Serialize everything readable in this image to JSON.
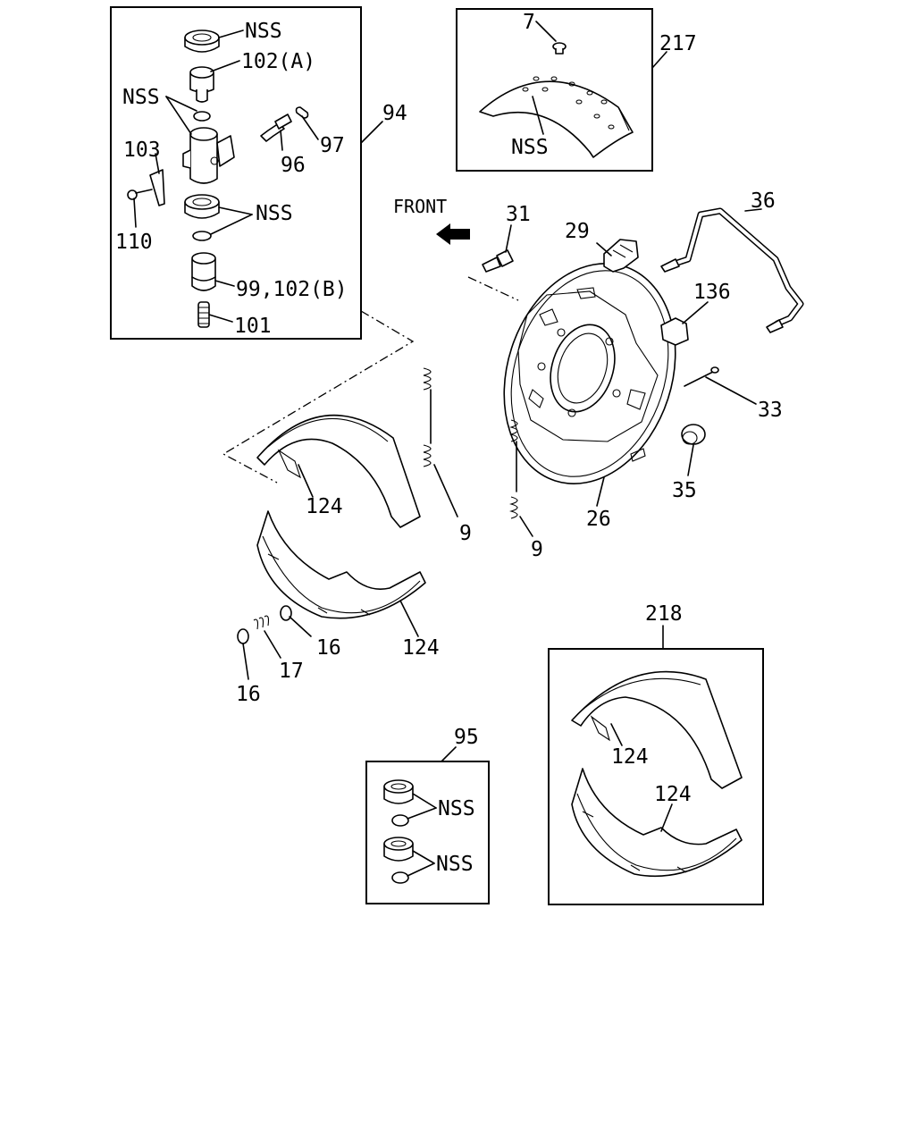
{
  "labels": {
    "nss": "NSS",
    "l_102a": "102(A)",
    "l_103": "103",
    "l_110": "110",
    "l_96": "96",
    "l_97": "97",
    "l_94": "94",
    "l_99_102b": "99,102(B)",
    "l_101": "101",
    "l_7": "7",
    "l_217": "217",
    "front": "FRONT",
    "l_31": "31",
    "l_29": "29",
    "l_36": "36",
    "l_136": "136",
    "l_33": "33",
    "l_35": "35",
    "l_26": "26",
    "l_9": "9",
    "l_124": "124",
    "l_16": "16",
    "l_17": "17",
    "l_218": "218",
    "l_95": "95"
  },
  "colors": {
    "line": "#000000",
    "background": "#ffffff"
  }
}
